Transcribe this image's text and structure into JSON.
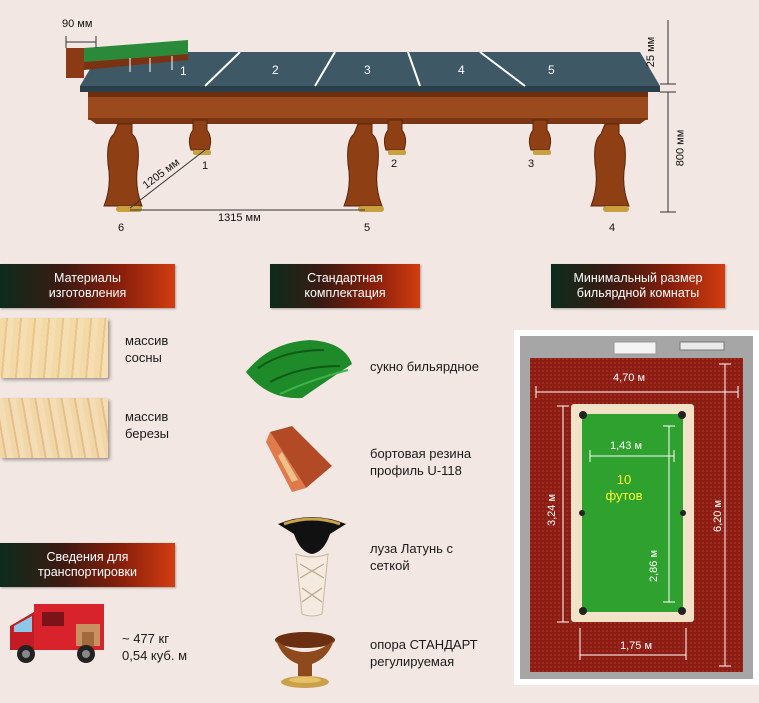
{
  "table": {
    "dim_90": "90 мм",
    "dim_25": "25 мм",
    "dim_800": "800 мм",
    "dim_1205": "1205 мм",
    "dim_1315": "1315 мм",
    "slab_numbers": [
      "1",
      "2",
      "3",
      "4",
      "5"
    ],
    "leg_numbers": [
      "1",
      "2",
      "3",
      "4",
      "5",
      "6"
    ]
  },
  "sections": {
    "materials": "Материалы\nизготовления",
    "kit": "Стандартная\nкомплектация",
    "room": "Минимальный размер\nбильярдной комнаты",
    "transport": "Сведения для\nтранспортировки"
  },
  "materials": [
    {
      "name": "массив\nсосны"
    },
    {
      "name": "массив\nберезы"
    }
  ],
  "kit": [
    {
      "name": "сукно бильярдное",
      "icon": "cloth-icon"
    },
    {
      "name": "бортовая резина\nпрофиль U-118",
      "icon": "rubber-profile-icon"
    },
    {
      "name": "луза Латунь с\nсеткой",
      "icon": "pocket-icon"
    },
    {
      "name": "опора СТАНДАРТ\nрегулируемая",
      "icon": "foot-icon"
    }
  ],
  "transport": {
    "info": "~ 477 кг\n0,54 куб. м"
  },
  "room": {
    "room_width": "4,70 м",
    "room_length": "6,20 м",
    "table_inner_width": "1,43 м",
    "table_outer_width": "1,75 м",
    "table_outer_length": "3,24 м",
    "table_inner_length": "2,86 м",
    "table_size": "10\nфутов",
    "accent_color": "#ffff33"
  },
  "colors": {
    "header_start": "#0c2b1c",
    "header_end": "#d23d10",
    "wood": "#9a4a1c",
    "slate": "#3f5866",
    "felt": "#2ea12e",
    "carpet": "#8b1e14"
  }
}
